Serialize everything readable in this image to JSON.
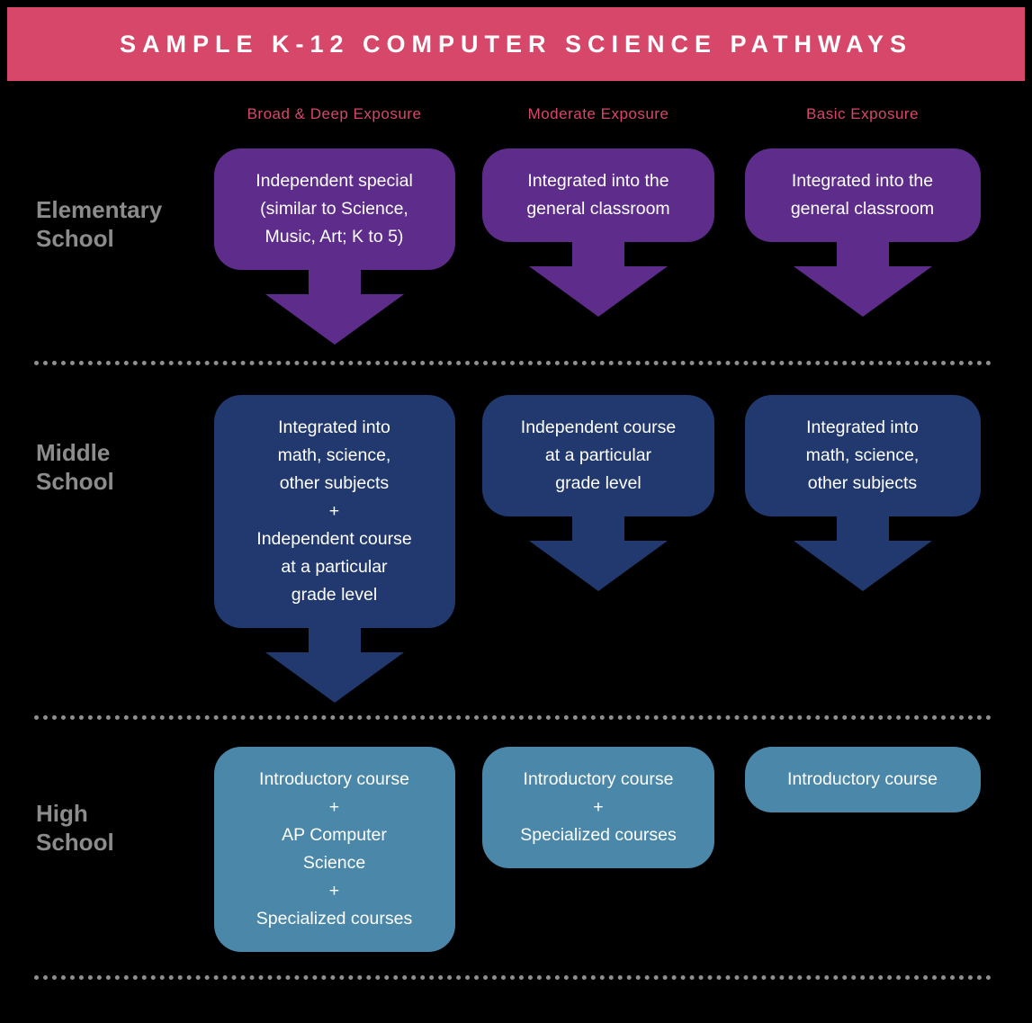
{
  "title": "SAMPLE K-12 COMPUTER SCIENCE PATHWAYS",
  "colors": {
    "background": "#000000",
    "header_bg": "#d64769",
    "accent_pink": "#d64769",
    "elementary": "#5e2c8a",
    "middle": "#21396f",
    "high": "#4a87a8",
    "row_label": "#8c8c8c",
    "divider": "#8f8f8f"
  },
  "columns": [
    {
      "label": "Broad & Deep Exposure"
    },
    {
      "label": "Moderate Exposure"
    },
    {
      "label": "Basic Exposure"
    }
  ],
  "rows": [
    {
      "label": "Elementary\nSchool",
      "cells": [
        {
          "text": "Independent special\n(similar to Science,\nMusic, Art; K to 5)",
          "arrow": true
        },
        {
          "text": "Integrated into the\ngeneral classroom",
          "arrow": true
        },
        {
          "text": "Integrated into the\ngeneral classroom",
          "arrow": true
        }
      ]
    },
    {
      "label": "Middle\nSchool",
      "cells": [
        {
          "text": "Integrated into\nmath, science,\nother subjects\n+\nIndependent course\nat a particular\ngrade level",
          "arrow": true
        },
        {
          "text": "Independent course\nat a particular\ngrade level",
          "arrow": true
        },
        {
          "text": "Integrated into\nmath, science,\nother subjects",
          "arrow": true
        }
      ]
    },
    {
      "label": "High\nSchool",
      "cells": [
        {
          "text": "Introductory course\n+\nAP Computer\nScience\n+\nSpecialized courses",
          "arrow": false
        },
        {
          "text": "Introductory course\n+\nSpecialized courses",
          "arrow": false
        },
        {
          "text": "Introductory course",
          "arrow": false
        }
      ]
    }
  ]
}
